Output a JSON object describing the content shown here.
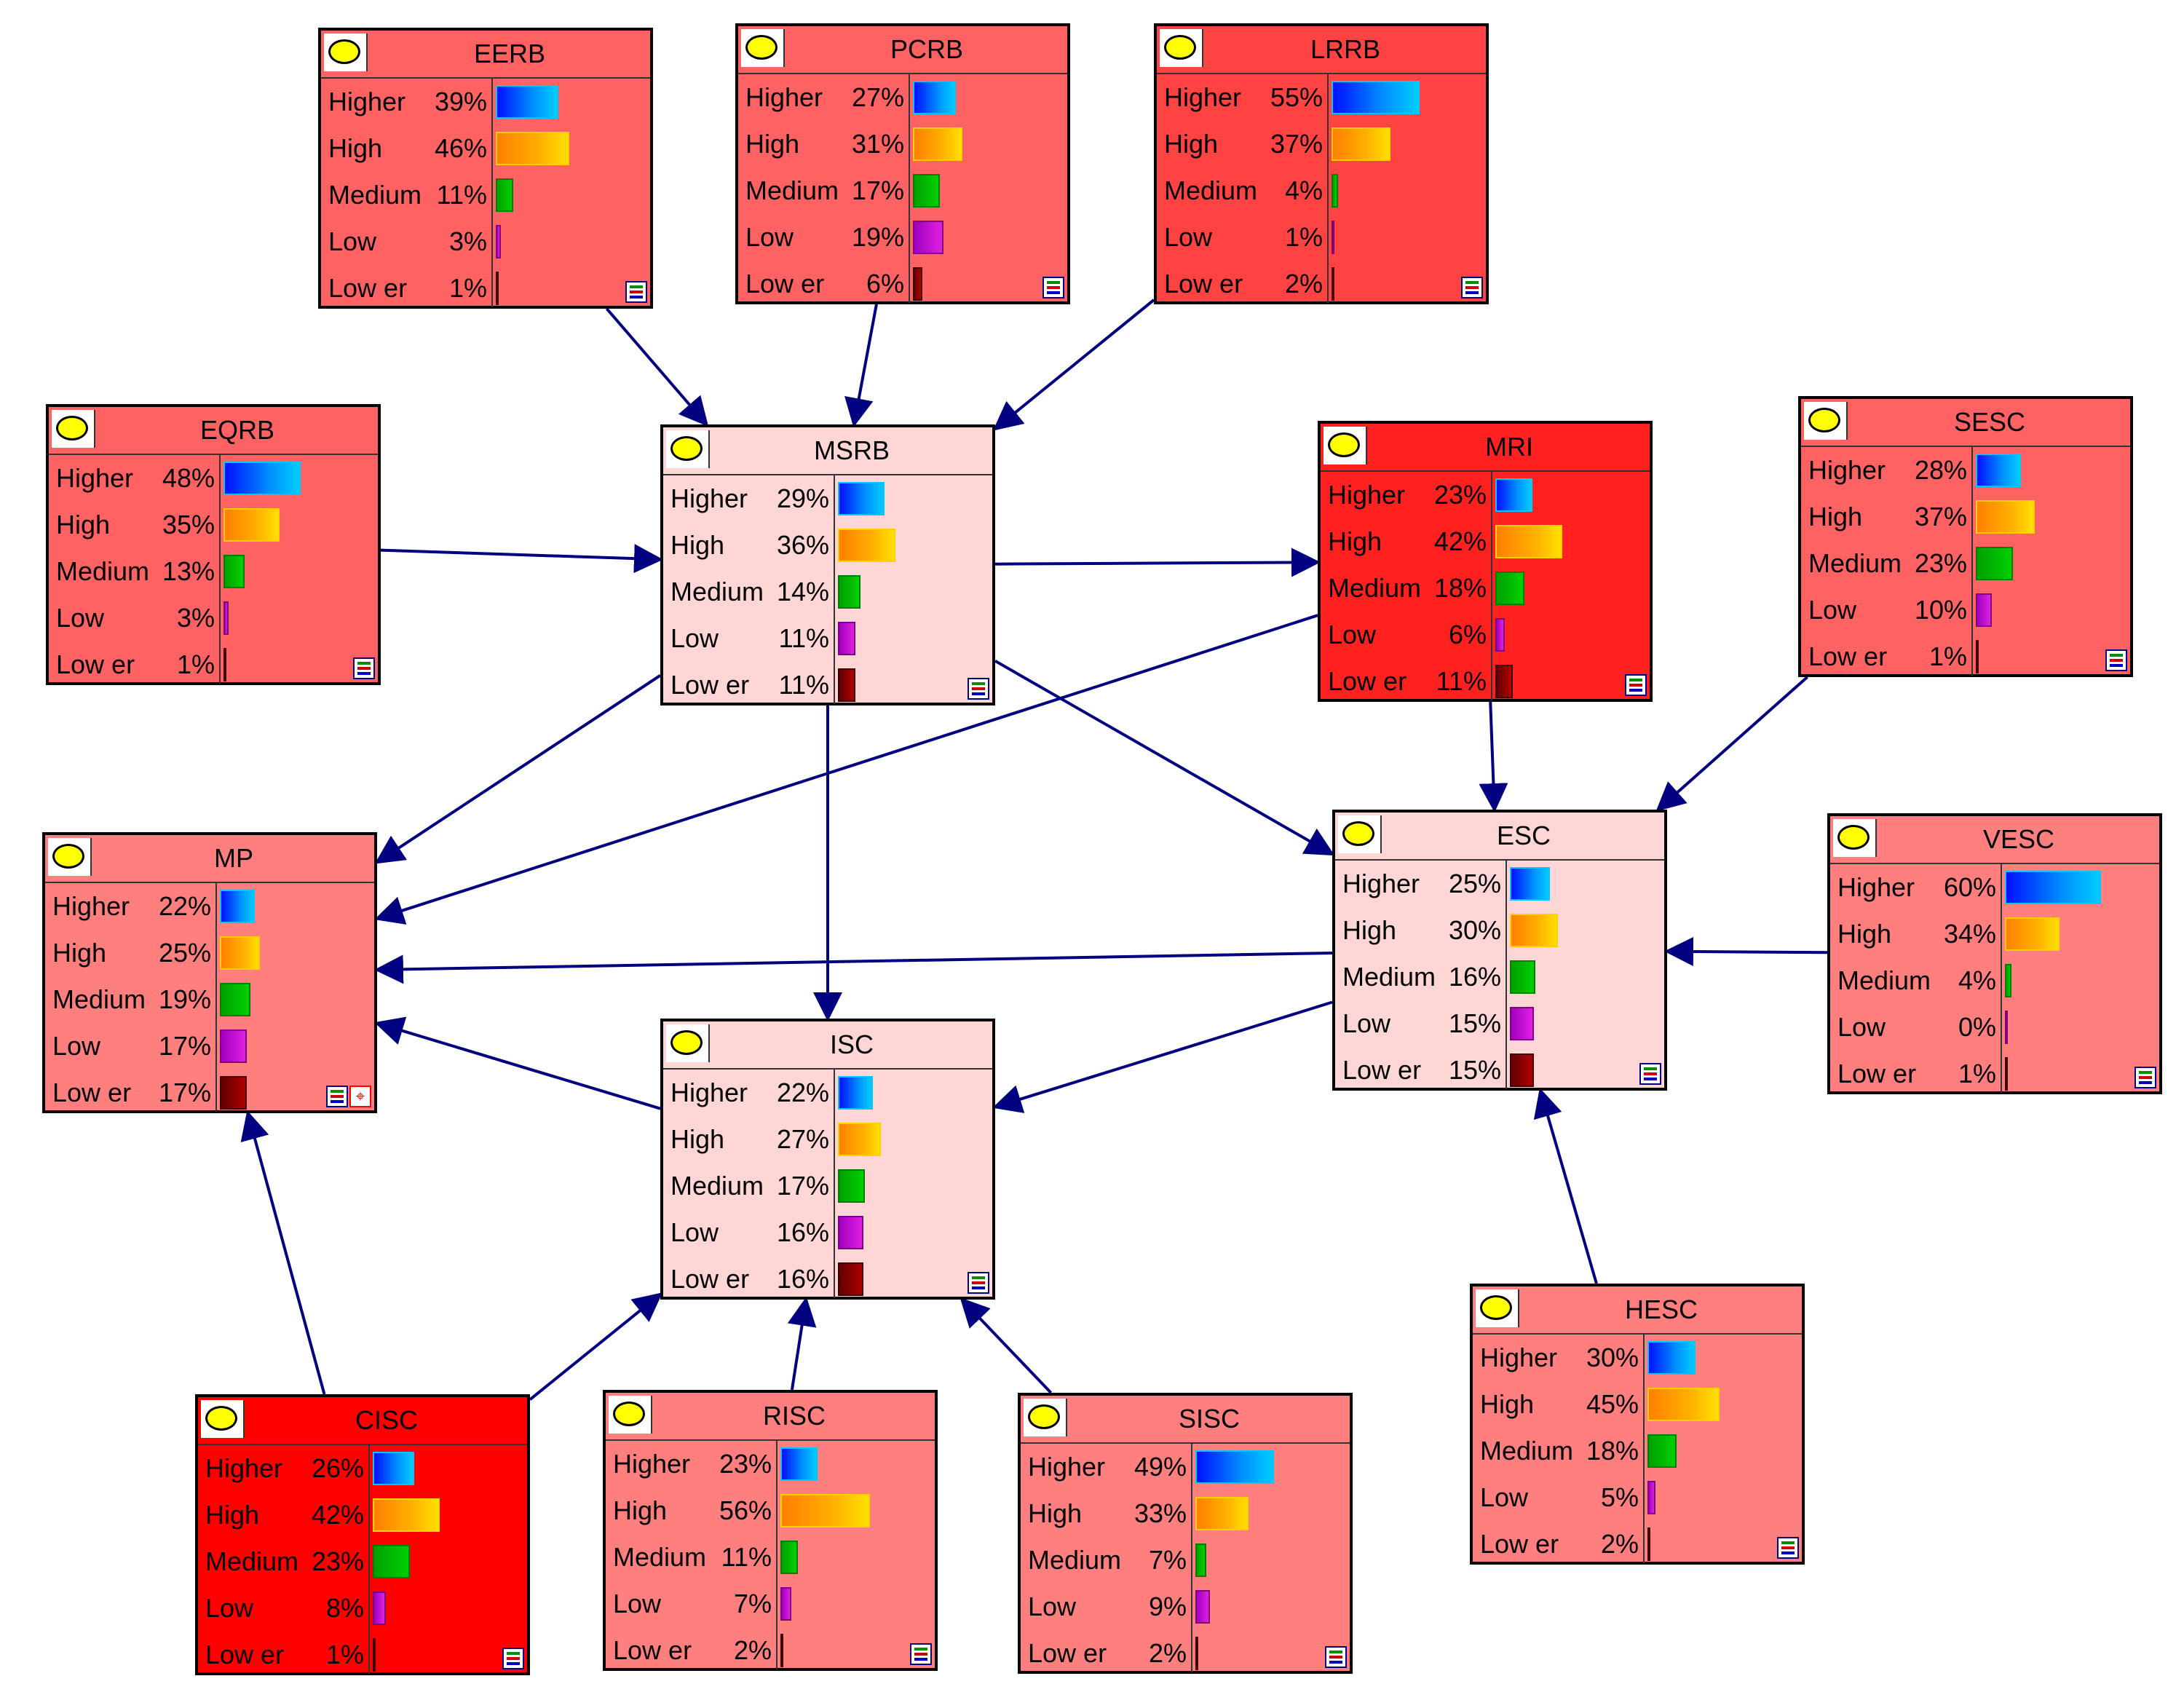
{
  "colors": {
    "light": "#ffd6d6",
    "medium": "#ff7f7f",
    "salmon": "#ff6262",
    "tomato": "#ff4242",
    "red": "#ff2020",
    "crimson": "#ff0000",
    "arrow": "#000080"
  },
  "state_names": [
    "Higher",
    "High",
    "Medium",
    "Low",
    "Low er"
  ],
  "nodes": [
    {
      "id": "EERB",
      "title": "EERB",
      "values": [
        39,
        46,
        11,
        3,
        1
      ],
      "pcts": [
        "39%",
        "46%",
        "11%",
        "3%",
        "1%"
      ]
    },
    {
      "id": "PCRB",
      "title": "PCRB",
      "values": [
        27,
        31,
        17,
        19,
        6
      ],
      "pcts": [
        "27%",
        "31%",
        "17%",
        "19%",
        "6%"
      ]
    },
    {
      "id": "LRRB",
      "title": "LRRB",
      "values": [
        55,
        37,
        4,
        1,
        2
      ],
      "pcts": [
        "55%",
        "37%",
        "4%",
        "1%",
        "2%"
      ]
    },
    {
      "id": "EQRB",
      "title": "EQRB",
      "values": [
        48,
        35,
        13,
        3,
        1
      ],
      "pcts": [
        "48%",
        "35%",
        "13%",
        "3%",
        "1%"
      ]
    },
    {
      "id": "MSRB",
      "title": "MSRB",
      "values": [
        29,
        36,
        14,
        11,
        11
      ],
      "pcts": [
        "29%",
        "36%",
        "14%",
        "11%",
        "11%"
      ]
    },
    {
      "id": "MRI",
      "title": "MRI",
      "values": [
        23,
        42,
        18,
        6,
        11
      ],
      "pcts": [
        "23%",
        "42%",
        "18%",
        "6%",
        "11%"
      ]
    },
    {
      "id": "SESC",
      "title": "SESC",
      "values": [
        28,
        37,
        23,
        10,
        1
      ],
      "pcts": [
        "28%",
        "37%",
        "23%",
        "10%",
        "1%"
      ]
    },
    {
      "id": "MP",
      "title": "MP",
      "values": [
        22,
        25,
        19,
        17,
        17
      ],
      "pcts": [
        "22%",
        "25%",
        "19%",
        "17%",
        "17%"
      ]
    },
    {
      "id": "ESC",
      "title": "ESC",
      "values": [
        25,
        30,
        16,
        15,
        15
      ],
      "pcts": [
        "25%",
        "30%",
        "16%",
        "15%",
        "15%"
      ]
    },
    {
      "id": "VESC",
      "title": "VESC",
      "values": [
        60,
        34,
        4,
        0,
        1
      ],
      "pcts": [
        "60%",
        "34%",
        "4%",
        "0%",
        "1%"
      ]
    },
    {
      "id": "ISC",
      "title": "ISC",
      "values": [
        22,
        27,
        17,
        16,
        16
      ],
      "pcts": [
        "22%",
        "27%",
        "17%",
        "16%",
        "16%"
      ]
    },
    {
      "id": "HESC",
      "title": "HESC",
      "values": [
        30,
        45,
        18,
        5,
        2
      ],
      "pcts": [
        "30%",
        "45%",
        "18%",
        "5%",
        "2%"
      ]
    },
    {
      "id": "CISC",
      "title": "CISC",
      "values": [
        26,
        42,
        23,
        8,
        1
      ],
      "pcts": [
        "26%",
        "42%",
        "23%",
        "8%",
        "1%"
      ]
    },
    {
      "id": "RISC",
      "title": "RISC",
      "values": [
        23,
        56,
        11,
        7,
        2
      ],
      "pcts": [
        "23%",
        "56%",
        "11%",
        "7%",
        "2%"
      ]
    },
    {
      "id": "SISC",
      "title": "SISC",
      "values": [
        49,
        33,
        7,
        9,
        2
      ],
      "pcts": [
        "49%",
        "33%",
        "7%",
        "9%",
        "2%"
      ]
    }
  ],
  "edges": [
    {
      "from": "EERB",
      "to": "MSRB"
    },
    {
      "from": "PCRB",
      "to": "MSRB"
    },
    {
      "from": "LRRB",
      "to": "MSRB"
    },
    {
      "from": "EQRB",
      "to": "MSRB"
    },
    {
      "from": "MSRB",
      "to": "MRI"
    },
    {
      "from": "MSRB",
      "to": "MP"
    },
    {
      "from": "MSRB",
      "to": "ISC"
    },
    {
      "from": "MSRB",
      "to": "ESC"
    },
    {
      "from": "MRI",
      "to": "MP"
    },
    {
      "from": "MRI",
      "to": "ESC"
    },
    {
      "from": "SESC",
      "to": "ESC"
    },
    {
      "from": "VESC",
      "to": "ESC"
    },
    {
      "from": "HESC",
      "to": "ESC"
    },
    {
      "from": "ESC",
      "to": "MP"
    },
    {
      "from": "ESC",
      "to": "ISC"
    },
    {
      "from": "ISC",
      "to": "MP"
    },
    {
      "from": "CISC",
      "to": "MP"
    },
    {
      "from": "CISC",
      "to": "ISC"
    },
    {
      "from": "RISC",
      "to": "ISC"
    },
    {
      "from": "SISC",
      "to": "ISC"
    }
  ]
}
